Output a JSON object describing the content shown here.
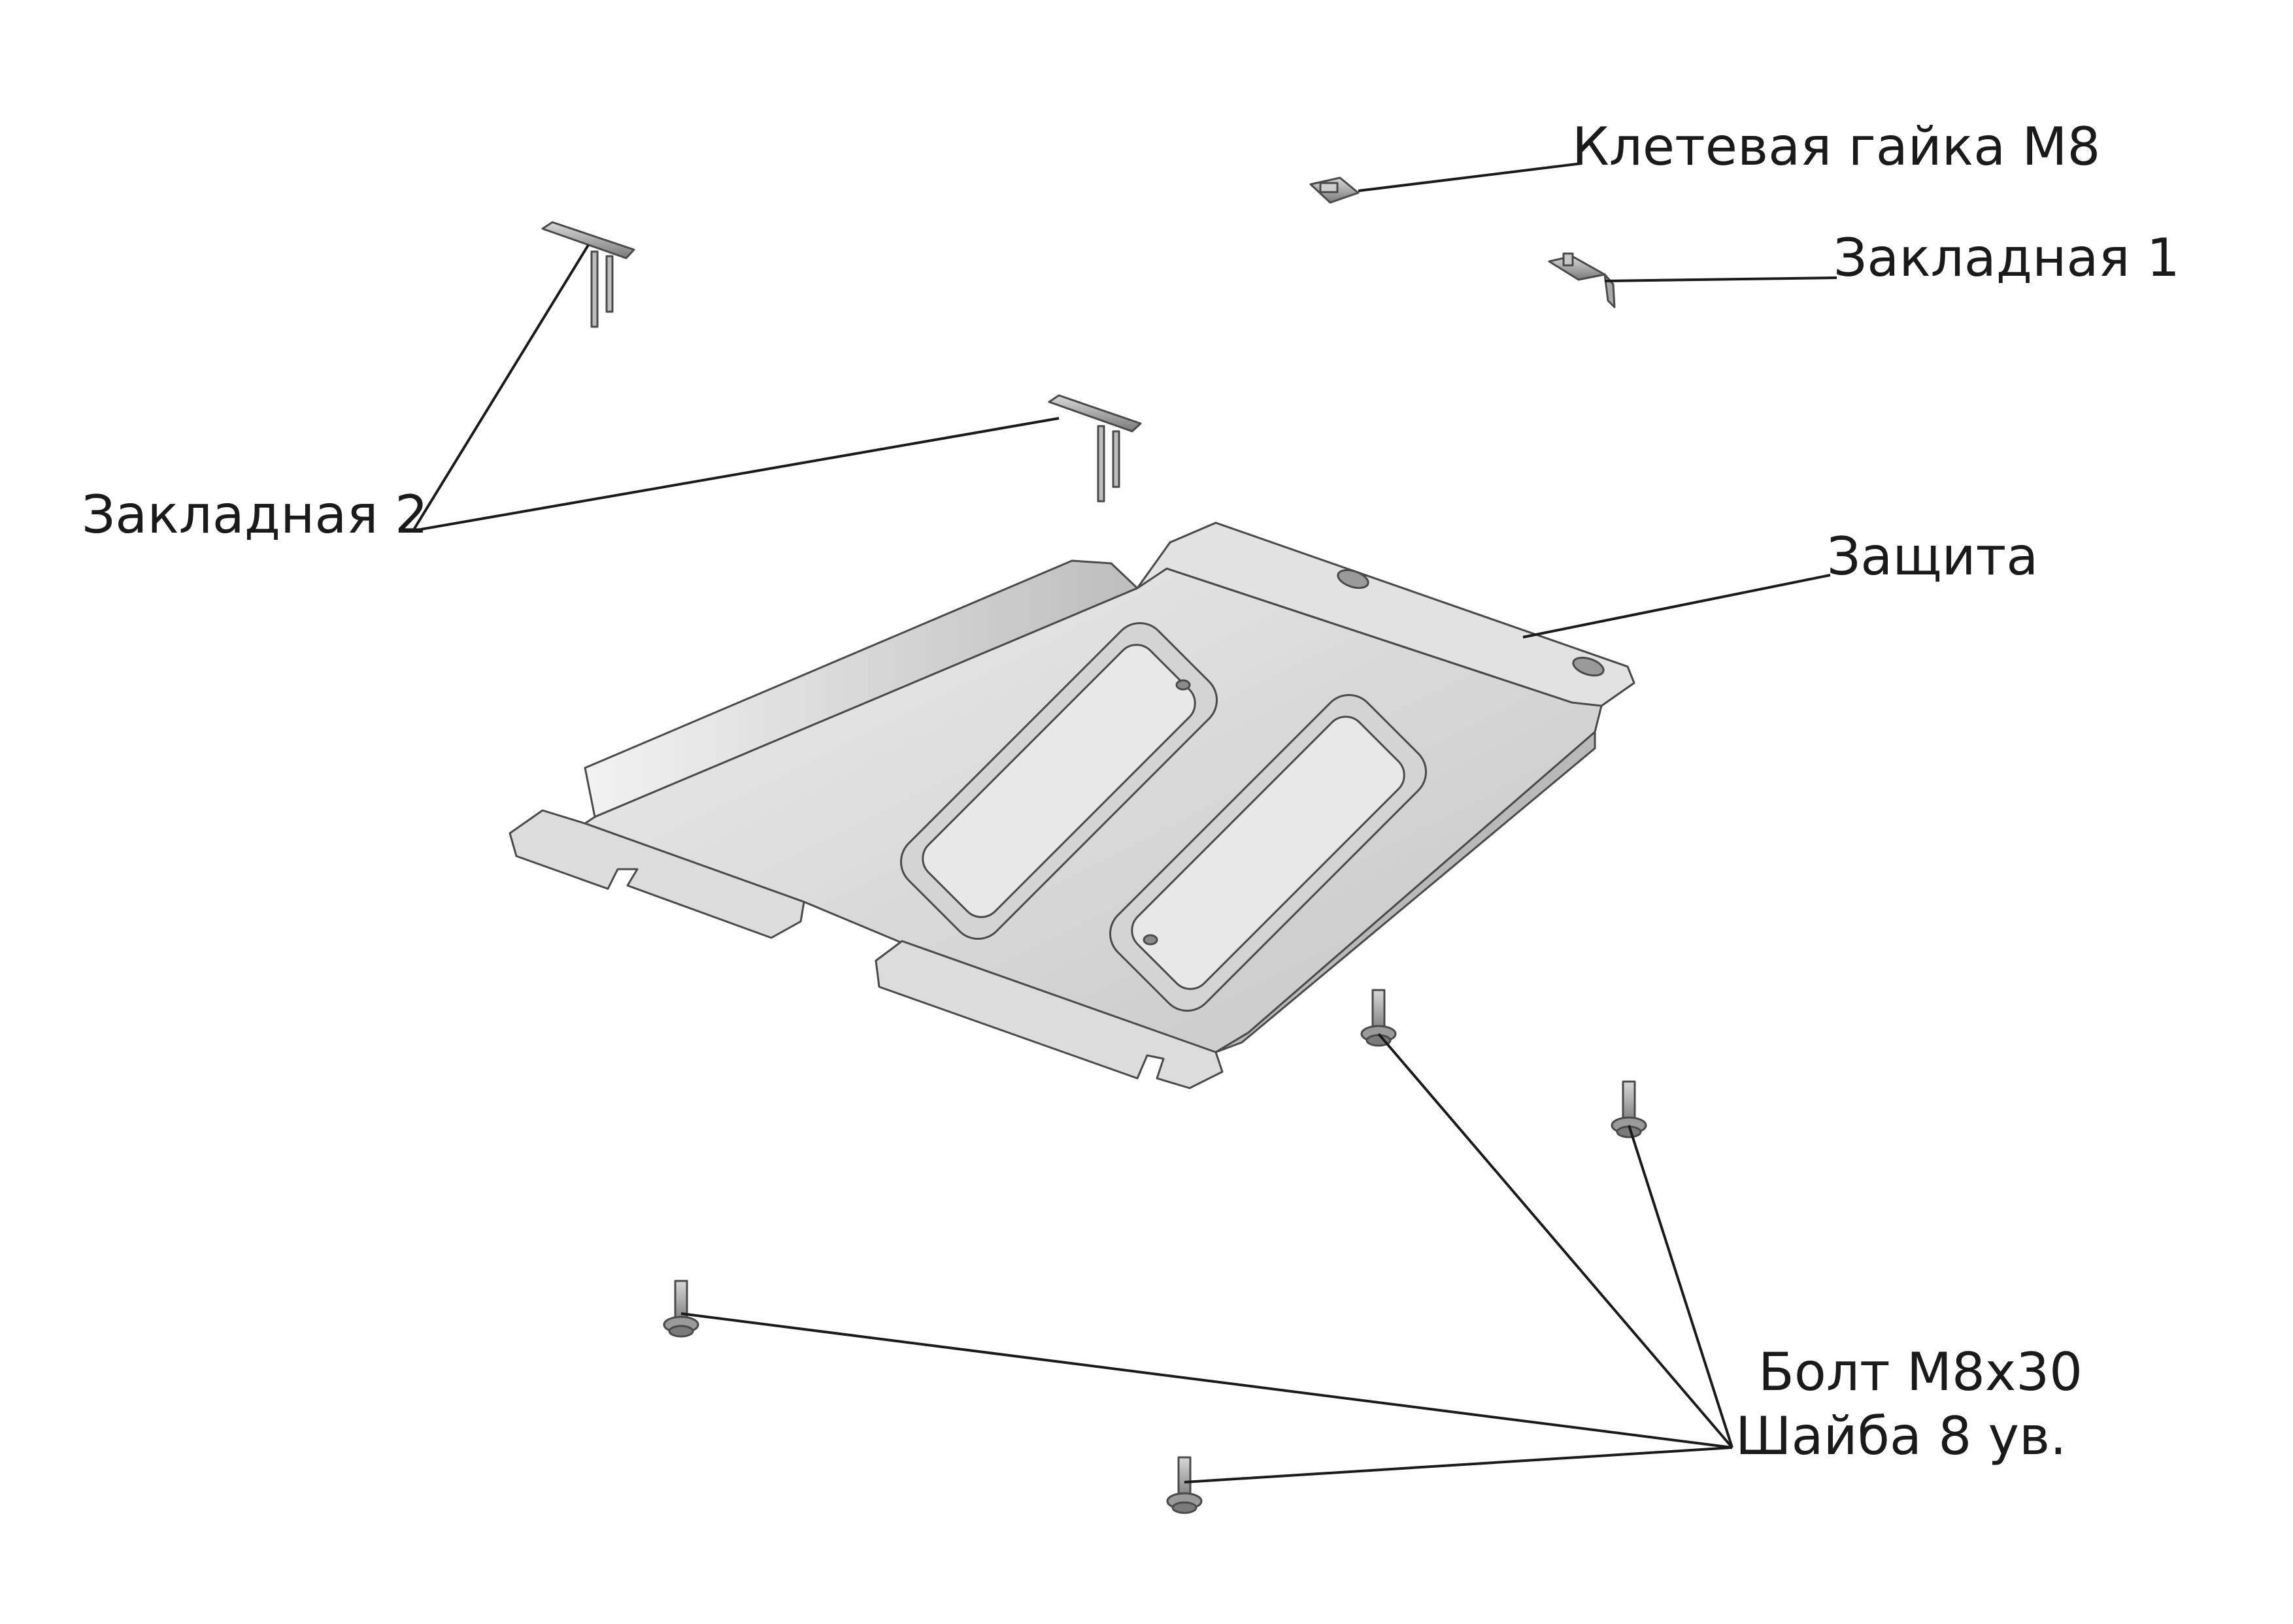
{
  "labels": {
    "cage_nut": "Клетевая гайка М8",
    "insert_1": "Закладная 1",
    "insert_2": "Закладная 2",
    "guard": "Защита",
    "bolt": "Болт М8х30",
    "washer": "Шайба 8 ув."
  },
  "colors": {
    "plate_light": "#e6e6e6",
    "plate_mid": "#cfcfcf",
    "plate_dark": "#9a9a9a",
    "line": "#1a1a1a"
  }
}
